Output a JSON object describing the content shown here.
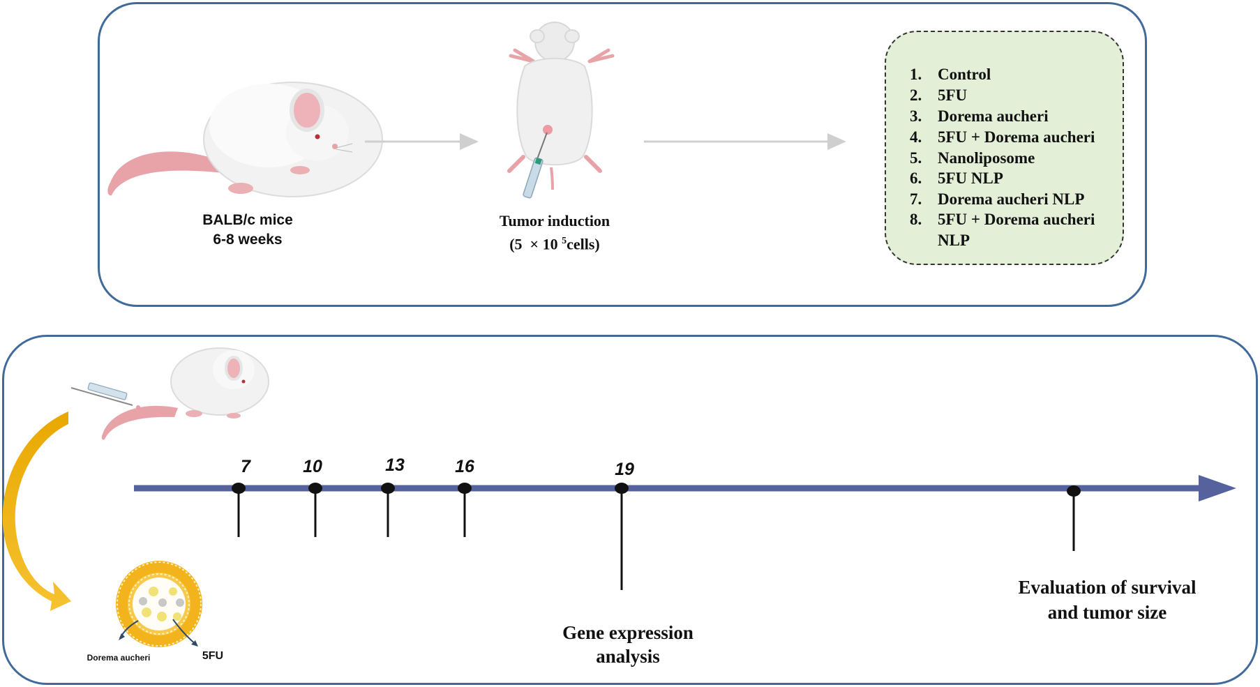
{
  "top": {
    "mice_caption_line1": "BALB/c mice",
    "mice_caption_line2": "6-8 weeks",
    "tumor_caption_line1": "Tumor induction",
    "tumor_caption_line2_prefix": "(5  × 10 ",
    "tumor_caption_superscript": "5",
    "tumor_caption_line2_suffix": "cells)"
  },
  "groups": [
    {
      "num": "1.",
      "label": "Control"
    },
    {
      "num": "2.",
      "label": "5FU"
    },
    {
      "num": "3.",
      "label": "Dorema aucheri"
    },
    {
      "num": "4.",
      "label": "5FU + Dorema aucheri"
    },
    {
      "num": "5.",
      "label": "Nanoliposome"
    },
    {
      "num": "6.",
      "label": "5FU NLP"
    },
    {
      "num": "7.",
      "label": "Dorema aucheri NLP"
    },
    {
      "num": "8.",
      "label": "5FU + Dorema aucheri"
    },
    {
      "num": "",
      "label": "NLP"
    }
  ],
  "timeline": {
    "days": [
      "7",
      "10",
      "13",
      "16",
      "19"
    ],
    "gene_expression_line1": "Gene expression",
    "gene_expression_line2": "analysis",
    "evaluation_line1": "Evaluation of survival",
    "evaluation_line2": "and tumor size"
  },
  "liposome": {
    "label_left": "Dorema aucheri",
    "label_right": "5FU"
  },
  "colors": {
    "panel_border": "#3f6a9a",
    "timeline": "#56629e",
    "group_box_fill": "#e3f0d7",
    "curved_arrow": "#e8ab00",
    "liposome": "#f3b31c"
  }
}
